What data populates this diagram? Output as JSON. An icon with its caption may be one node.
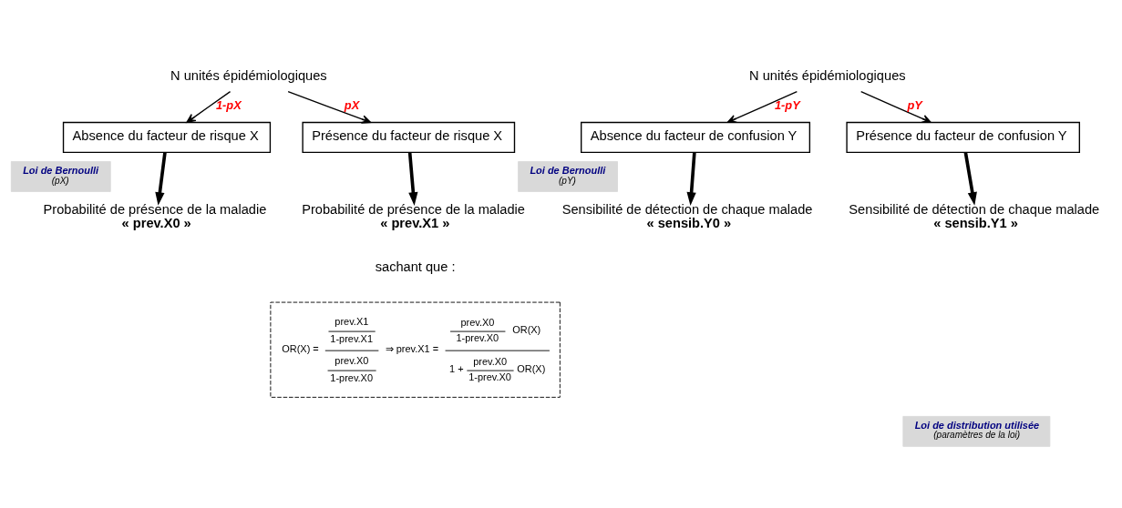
{
  "diagram": {
    "nodes": [
      {
        "text": [
          "N unités épidémiologiques"
        ]
      },
      {
        "text": [
          "Loi de Bernoulli",
          "(pX)"
        ]
      },
      {
        "text": [
          "Absence du facteur de risque X"
        ]
      },
      {
        "text": [
          "Présence du facteur de risque X"
        ]
      },
      {
        "text": [
          "Probabilité de présence de la maladie",
          "« prev.X0 »"
        ]
      },
      {
        "text": [
          "Probabilité de présence de la maladie",
          "« prev.X1 »"
        ]
      },
      {
        "text": [
          "N unités épidémiologiques"
        ]
      },
      {
        "text": [
          "Loi de Bernoulli",
          "(pY)"
        ]
      },
      {
        "text": [
          "Absence du facteur de confusion Y"
        ]
      },
      {
        "text": [
          "Présence du facteur de confusion Y"
        ]
      },
      {
        "text": [
          "Sensibilité de détection de chaque malade",
          "« sensib.Y0 »"
        ]
      },
      {
        "text": [
          "Sensibilité de détection de chaque malade",
          "« sensib.Y1 »"
        ]
      },
      {
        "text": [
          "prev.X1",
          "1-prev.X1",
          "OR(X) =",
          "prev.X0",
          "1-prev.X0",
          "⇒ prev.X1 =",
          "prev.X0",
          "1-prev.X0",
          "OR(X)",
          "1 +",
          "prev.X0",
          "1-prev.X0",
          "OR(X)"
        ]
      },
      {
        "text": [
          "Loi de distribution utilisée",
          "(paramètres de la loi)"
        ]
      }
    ],
    "edges": [
      {
        "from": 0,
        "to": 2,
        "arrow": "to",
        "label": "1-pX"
      },
      {
        "from": 0,
        "to": 3,
        "arrow": "to",
        "label": "pX"
      },
      {
        "from": 2,
        "to": 4,
        "arrow": "to",
        "style": "thick"
      },
      {
        "from": 3,
        "to": 5,
        "arrow": "to",
        "style": "thick"
      },
      {
        "from": 6,
        "to": 8,
        "arrow": "to",
        "label": "1-pY"
      },
      {
        "from": 6,
        "to": 9,
        "arrow": "to",
        "label": "pY"
      },
      {
        "from": 8,
        "to": 10,
        "arrow": "to",
        "style": "thick"
      },
      {
        "from": 9,
        "to": 11,
        "arrow": "to",
        "style": "thick"
      }
    ],
    "labels": [
      "sachant que :"
    ]
  }
}
